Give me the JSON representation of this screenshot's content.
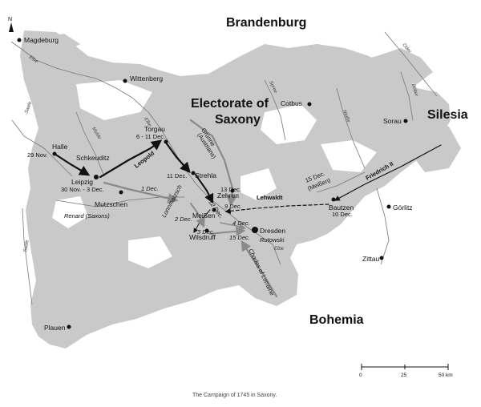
{
  "regions": {
    "brandenburg": "Brandenburg",
    "electorate": [
      "Electorate of",
      "Saxony"
    ],
    "silesia": "Silesia",
    "bohemia": "Bohemia"
  },
  "towns": {
    "magdeburg": "Magdeburg",
    "wittenberg": "Wittenberg",
    "cotbus": "Cotbus",
    "sorau": "Sorau",
    "halle": "Halle",
    "schkeuditz": "Schkeuditz",
    "leipzig": "Leipzig",
    "torgau": "Torgau",
    "strehla": "Strehla",
    "zehren": "Zehren",
    "mutzschen": "Mutzschen",
    "meissen": "Meißen",
    "wilsdruff": "Wilsdruff",
    "dresden": "Dresden",
    "bautzen": "Bautzen",
    "gorlitz": "Görlitz",
    "zittau": "Zittau",
    "plauen": "Plauen"
  },
  "dates": {
    "halle": "29 Nov.",
    "leipzig": "30 Nov. - 3 Dec.",
    "torgau": "6 - 11 Dec.",
    "strehla": "11 Dec.",
    "zehren": "13 Dec.",
    "mutzschen": "1 Dec.",
    "lonnmatzsch": "2 Dec.",
    "meissen_1": "12 Dec.",
    "meissen_2": "9 Dec.",
    "wilsdruff": "3 Dec.",
    "dresden_1": "4 Dec.",
    "dresden_2": "15 Dec.",
    "meissen_lehwaldt": "15 Dec.",
    "meissen_lehwaldt_place": "(Meißen)",
    "bautzen": "10 Dec."
  },
  "commanders": {
    "leopold": "Leopold",
    "grunne": "Grünne",
    "grunne_sub": "(Austrians)",
    "friedrich": "Friedrich II",
    "lehwaldt": "Lehwaldt",
    "renard": "Renard (Saxons)",
    "lonnmatzsch": "Lonnmatzsch",
    "rutowski": "Rutowski",
    "charles": "Charles of Lorraine"
  },
  "rivers": {
    "elbe_1": "Elbe",
    "elbe_2": "Elbe",
    "elbe_3": "Elbe",
    "saale_1": "Saale",
    "saale_2": "Saale",
    "mulde": "Mulde",
    "spree": "Spree",
    "neisse": "Neiße",
    "bober": "Bober",
    "oder": "Oder"
  },
  "north": "N",
  "scale": {
    "zero": "0",
    "mid": "25",
    "end": "50 km"
  },
  "caption": "The Campaign of 1745 in Saxony.",
  "colors": {
    "land": "#c9c9c9",
    "prussian": "#111111",
    "enemy": "#8a8a8a"
  }
}
